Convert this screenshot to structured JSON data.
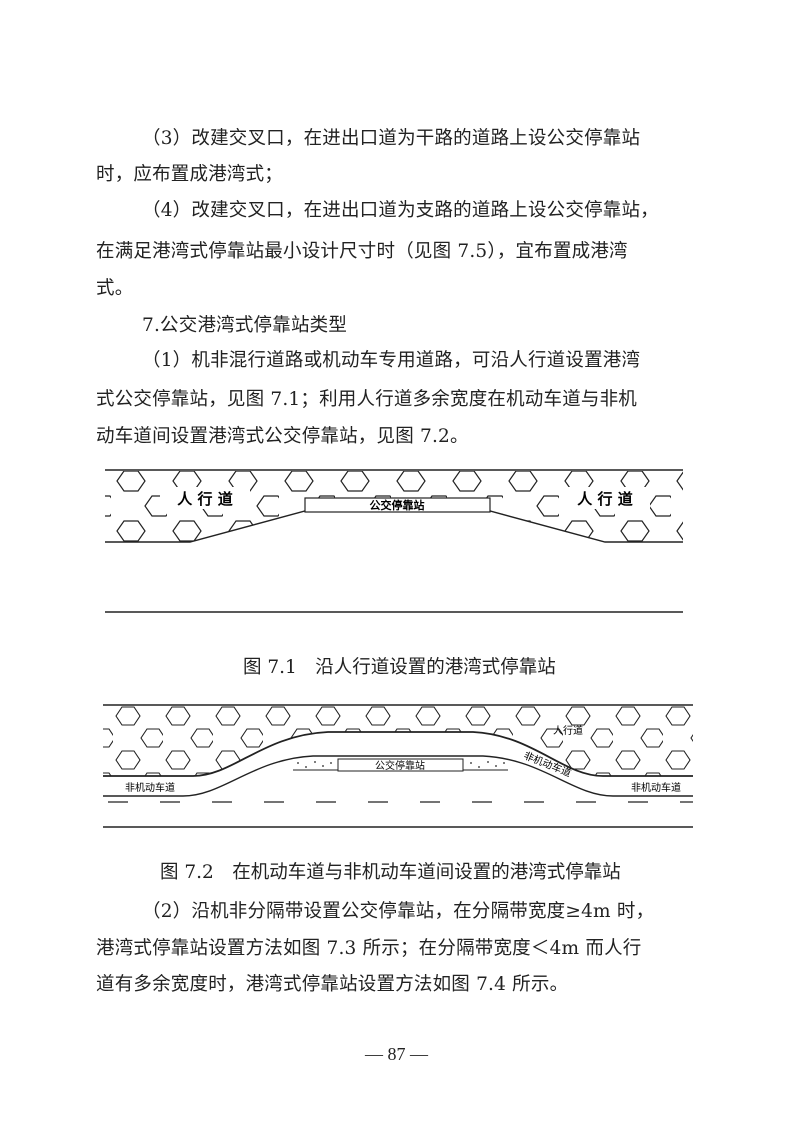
{
  "paragraphs": [
    "（3）改建交叉口，在进出口道为干路的道路上设公交停靠站",
    "时，应布置成港湾式；",
    "（4）改建交叉口，在进出口道为支路的道路上设公交停靠站，",
    "在满足港湾式停靠站最小设计尺寸时（见图 7.5），宜布置成港湾",
    "式。",
    "7.公交港湾式停靠站类型",
    "（1）机非混行道路或机动车专用道路，可沿人行道设置港湾",
    "式公交停靠站，见图 7.1；利用人行道多余宽度在机动车道与非机",
    "动车道间设置港湾式公交停靠站，见图 7.2。",
    "（2）沿机非分隔带设置公交停靠站，在分隔带宽度≥4m 时，",
    "港湾式停靠站设置方法如图 7.3 所示；在分隔带宽度＜4m 而人行",
    "道有多余宽度时，港湾式停靠站设置方法如图 7.4 所示。"
  ],
  "figure1": {
    "label_sidewalk_left": "人 行 道",
    "label_stop": "公交停靠站",
    "label_sidewalk_right": "人 行 道",
    "caption": "图 7.1　沿人行道设置的港湾式停靠站"
  },
  "figure2": {
    "label_sidewalk": "人行道",
    "label_stop": "公交停靠站",
    "label_nonmotor_curve": "非机动车道",
    "label_nonmotor_left": "非机动车道",
    "label_nonmotor_right": "非机动车道",
    "caption": "图 7.2　在机动车道与非机动车道间设置的港湾式停靠站"
  },
  "page_number": "— 87 —"
}
